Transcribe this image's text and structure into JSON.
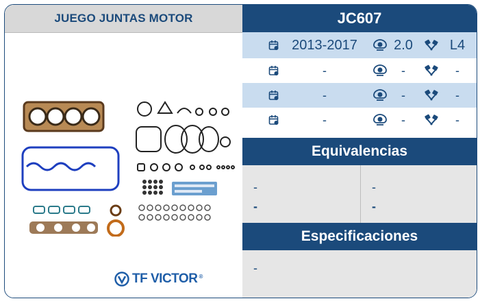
{
  "header": {
    "left_title": "JUEGO JUNTAS MOTOR",
    "part_number": "JC607"
  },
  "applications": [
    {
      "years": "2013-2017",
      "displacement": "2.0",
      "cylinders": "L4"
    },
    {
      "years": "-",
      "displacement": "-",
      "cylinders": "-"
    },
    {
      "years": "-",
      "displacement": "-",
      "cylinders": "-"
    },
    {
      "years": "-",
      "displacement": "-",
      "cylinders": "-"
    }
  ],
  "icons": {
    "year": "calendar-icon",
    "displacement": "engine-icon",
    "cylinders": "pistons-icon"
  },
  "equivalencias": {
    "title": "Equivalencias",
    "col1": [
      "-",
      "-"
    ],
    "col2": [
      "-",
      "-"
    ]
  },
  "especificaciones": {
    "title": "Especificaciones",
    "text": "-"
  },
  "brand": {
    "name": "TF VICTOR",
    "mark": "®"
  },
  "colors": {
    "navy": "#1b4a7b",
    "light_blue_row": "#c9dcef",
    "grey_panel": "#e6e6e6",
    "grey_header": "#d8d8d8"
  }
}
